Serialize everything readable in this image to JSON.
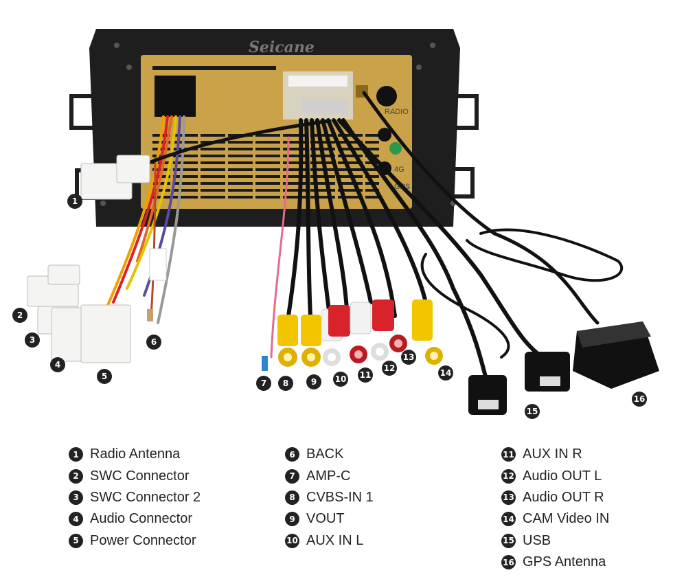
{
  "brand": {
    "logo_text": "Seicane"
  },
  "unit_labels": {
    "radio": "RADIO",
    "g4": "4G",
    "gps": "GPS"
  },
  "connectors": [
    {
      "num": "1",
      "label": "Radio Antenna"
    },
    {
      "num": "2",
      "label": "SWC Connector"
    },
    {
      "num": "3",
      "label": "SWC Connector 2"
    },
    {
      "num": "4",
      "label": "Audio Connector"
    },
    {
      "num": "5",
      "label": "Power Connector"
    },
    {
      "num": "6",
      "label": "BACK"
    },
    {
      "num": "7",
      "label": "AMP-C"
    },
    {
      "num": "8",
      "label": "CVBS-IN 1"
    },
    {
      "num": "9",
      "label": "VOUT"
    },
    {
      "num": "10",
      "label": "AUX IN L"
    },
    {
      "num": "11",
      "label": "AUX IN R"
    },
    {
      "num": "12",
      "label": "Audio OUT L"
    },
    {
      "num": "13",
      "label": "Audio OUT R"
    },
    {
      "num": "14",
      "label": "CAM Video IN"
    },
    {
      "num": "15",
      "label": "USB"
    },
    {
      "num": "16",
      "label": "GPS Antenna"
    }
  ],
  "colors": {
    "frame": "#1e1e1e",
    "chassis": "#c9a24a",
    "cable": "#111111",
    "rca_yellow": "#f2c500",
    "rca_white": "#f2f2f2",
    "rca_red": "#d8232a",
    "plug_white": "#f4f4f2"
  }
}
